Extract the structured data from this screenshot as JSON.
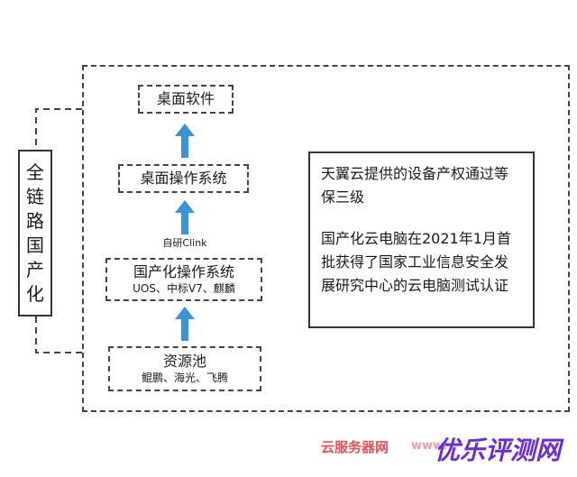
{
  "side_label": [
    "全",
    "链",
    "路",
    "国",
    "产",
    "化"
  ],
  "layers": {
    "desktop_software": {
      "title": "桌面软件"
    },
    "desktop_os": {
      "title": "桌面操作系统"
    },
    "clink_label": "自研Clink",
    "domestic_os": {
      "title": "国产化操作系统",
      "subtitle": "UOS、中标V7、麒麟"
    },
    "resource_pool": {
      "title": "资源池",
      "subtitle": "鲲鹏、海光、飞腾"
    }
  },
  "info": {
    "para1": "天翼云提供的设备产权通过等保三级",
    "para2": "国产化云电脑在2021年1月首批获得了国家工业信息安全发展研究中心的云电脑测试认证"
  },
  "watermark": {
    "left": "云服务器网",
    "mid": "www.",
    "right": "优乐评测网"
  },
  "colors": {
    "arrow": "#3b93d8",
    "line": "#444444",
    "watermark_red": "#e8505b",
    "watermark_purple": "#6a2bd9"
  }
}
